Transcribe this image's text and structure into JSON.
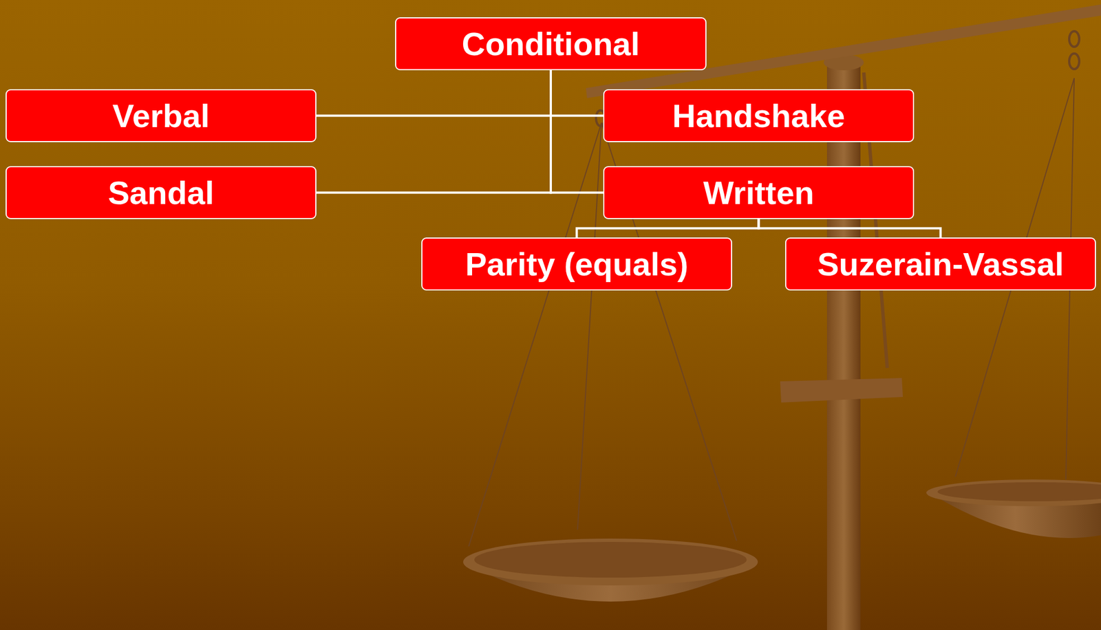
{
  "diagram": {
    "nodes": [
      {
        "text": [
          "Conditional"
        ]
      },
      {
        "text": [
          "Verbal"
        ]
      },
      {
        "text": [
          "Handshake"
        ]
      },
      {
        "text": [
          "Sandal"
        ]
      },
      {
        "text": [
          "Written"
        ]
      },
      {
        "text": [
          "Parity (equals)"
        ]
      },
      {
        "text": [
          "Suzerain-Vassal"
        ]
      }
    ],
    "edges": [
      {
        "from": 0,
        "to": 1,
        "arrow": "none"
      },
      {
        "from": 0,
        "to": 2,
        "arrow": "none"
      },
      {
        "from": 0,
        "to": 3,
        "arrow": "none"
      },
      {
        "from": 0,
        "to": 4,
        "arrow": "none"
      },
      {
        "from": 4,
        "to": 5,
        "arrow": "none"
      },
      {
        "from": 4,
        "to": 6,
        "arrow": "none"
      }
    ]
  }
}
